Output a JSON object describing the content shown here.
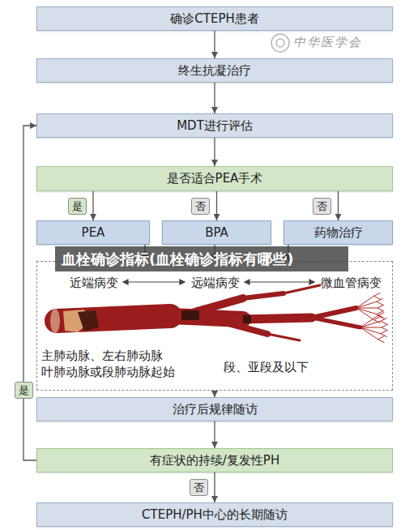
{
  "diagram": {
    "nodes": [
      {
        "text": [
          "确诊CTEPH患者"
        ]
      },
      {
        "text": [
          "终生抗凝治疗"
        ]
      },
      {
        "text": [
          "MDT进行评估"
        ]
      },
      {
        "text": [
          "是否适合PEA手术"
        ]
      },
      {
        "text": [
          "PEA"
        ]
      },
      {
        "text": [
          "BPA"
        ]
      },
      {
        "text": [
          "药物治疗"
        ]
      },
      {
        "text": [
          "近端病变",
          "远端病变",
          "微血管病变",
          "主肺动脉、左右肺动脉 叶肺动脉或段肺动脉起始",
          "段、亚段及以下"
        ]
      },
      {
        "text": [
          "治疗后规律随访"
        ]
      },
      {
        "text": [
          "有症状的持续/复发性PH"
        ]
      },
      {
        "text": [
          "CTEPH/PH中心的长期随访"
        ]
      }
    ],
    "edges": [
      {
        "from": 0,
        "to": 1,
        "arrow": "to"
      },
      {
        "from": 1,
        "to": 2,
        "arrow": "to"
      },
      {
        "from": 2,
        "to": 3,
        "arrow": "to"
      },
      {
        "from": 3,
        "to": 4,
        "label": "是",
        "arrow": "to"
      },
      {
        "from": 3,
        "to": 5,
        "label": "否",
        "arrow": "to"
      },
      {
        "from": 3,
        "to": 6,
        "label": "否",
        "arrow": "to"
      },
      {
        "from": 4,
        "to": 7,
        "arrow": "to"
      },
      {
        "from": 5,
        "to": 7,
        "arrow": "to"
      },
      {
        "from": 6,
        "to": 7,
        "arrow": "to"
      },
      {
        "from": 7,
        "to": 8,
        "arrow": "to"
      },
      {
        "from": 8,
        "to": 9,
        "arrow": "to"
      },
      {
        "from": 9,
        "to": 10,
        "label": "否",
        "arrow": "to"
      },
      {
        "from": 9,
        "to": 2,
        "label": "是",
        "arrow": "to"
      }
    ],
    "labels": [
      "血栓确诊指标(血栓确诊指标有哪些)",
      "中华医学会"
    ]
  }
}
